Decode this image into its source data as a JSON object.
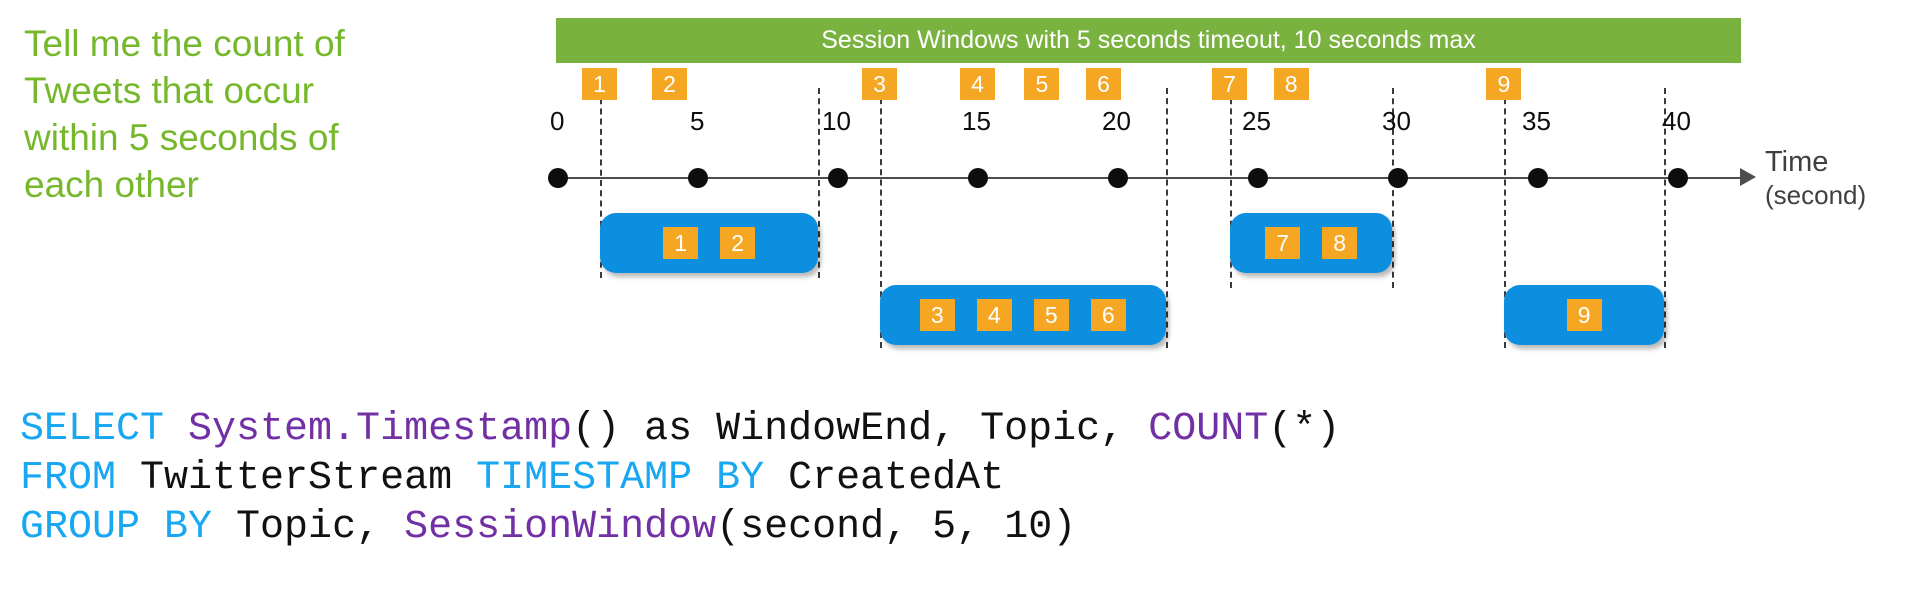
{
  "prompt": {
    "lines": [
      "Tell me the count of",
      "Tweets that occur",
      "within 5 seconds of",
      "each other"
    ],
    "color": "#76B82B"
  },
  "diagram": {
    "banner_label": "Session Windows with 5 seconds timeout, 10 seconds max",
    "banner_color": "#7AB240",
    "axis": {
      "label_main": "Time",
      "label_sub": "(second)",
      "ticks": [
        "0",
        "5",
        "10",
        "15",
        "20",
        "25",
        "30",
        "35",
        "40"
      ],
      "tick_values": [
        0,
        5,
        10,
        15,
        20,
        25,
        30,
        35,
        40
      ]
    },
    "events": [
      {
        "id": "1",
        "time": 1.5
      },
      {
        "id": "2",
        "time": 4.0
      },
      {
        "id": "3",
        "time": 11.5
      },
      {
        "id": "4",
        "time": 15.0
      },
      {
        "id": "5",
        "time": 17.3
      },
      {
        "id": "6",
        "time": 19.5
      },
      {
        "id": "7",
        "time": 24.0
      },
      {
        "id": "8",
        "time": 26.2
      },
      {
        "id": "9",
        "time": 33.8
      }
    ],
    "event_color": "#F5A623",
    "window_color": "#0D8FE0",
    "sessions": [
      {
        "name": "session-1",
        "events": [
          "1",
          "2"
        ],
        "start": 1.5,
        "end": 9.3,
        "row": 0
      },
      {
        "name": "session-2",
        "events": [
          "3",
          "4",
          "5",
          "6"
        ],
        "start": 11.5,
        "end": 21.7,
        "row": 1
      },
      {
        "name": "session-3",
        "events": [
          "7",
          "8"
        ],
        "start": 24.0,
        "end": 29.8,
        "row": 0
      },
      {
        "name": "session-4",
        "events": [
          "9"
        ],
        "start": 33.8,
        "end": 39.5,
        "row": 1
      }
    ],
    "boundaries": [
      1.5,
      9.3,
      11.5,
      21.7,
      24.0,
      29.8,
      33.8,
      39.5
    ]
  },
  "sql": {
    "lines": [
      [
        {
          "t": "SELECT ",
          "c": "kw"
        },
        {
          "t": "System.Timestamp",
          "c": "fn"
        },
        {
          "t": "() as WindowEnd, Topic, ",
          "c": ""
        },
        {
          "t": "COUNT",
          "c": "fn"
        },
        {
          "t": "(*)",
          "c": ""
        }
      ],
      [
        {
          "t": "FROM ",
          "c": "kw"
        },
        {
          "t": "TwitterStream ",
          "c": ""
        },
        {
          "t": "TIMESTAMP BY ",
          "c": "kw"
        },
        {
          "t": "CreatedAt",
          "c": ""
        }
      ],
      [
        {
          "t": "GROUP BY ",
          "c": "kw"
        },
        {
          "t": "Topic, ",
          "c": ""
        },
        {
          "t": "SessionWindow",
          "c": "fn"
        },
        {
          "t": "(second, 5, 10)",
          "c": ""
        }
      ]
    ],
    "keyword_color": "#18A7F0",
    "function_color": "#7130A3"
  }
}
